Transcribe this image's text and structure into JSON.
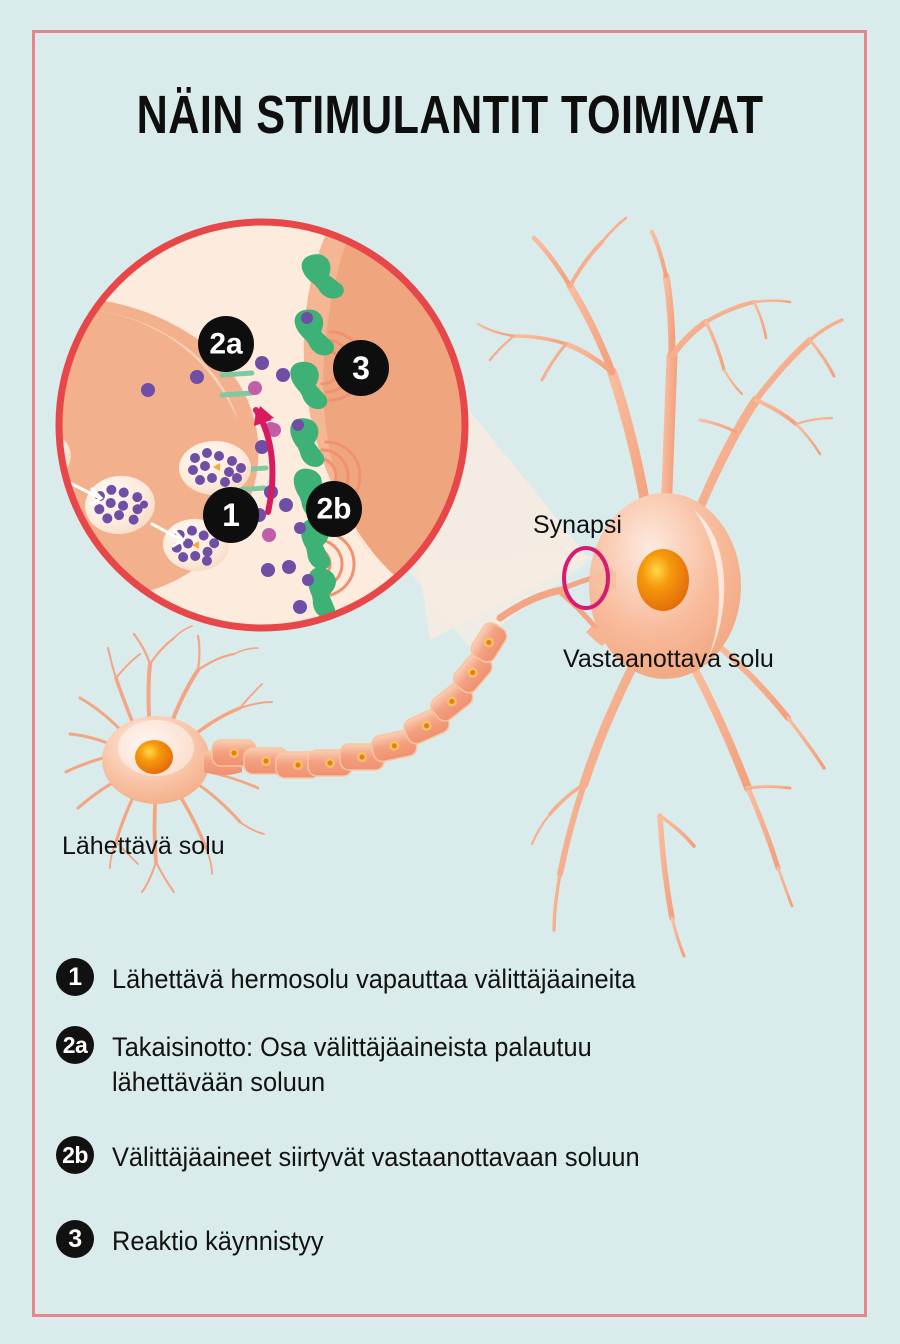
{
  "page": {
    "background_color": "#d9ebeb",
    "frame_border_color": "#e8848a"
  },
  "header": {
    "title": "NÄIN STIMULANTIT TOIMIVAT"
  },
  "diagram": {
    "type": "synapse-neurotransmission-infographic",
    "labels": {
      "synapse": "Synapsi",
      "receiving_cell": "Vastaanottava solu",
      "sending_cell": "Lähettävä solu"
    },
    "callouts": [
      {
        "id": "1",
        "label": "1"
      },
      {
        "id": "2a",
        "label": "2a"
      },
      {
        "id": "2b",
        "label": "2b"
      },
      {
        "id": "3",
        "label": "3"
      }
    ],
    "colors": {
      "magnifier_stroke": "#e8474a",
      "magnifier_fill": "#fdecdd",
      "presynaptic_cell": "#f3b08c",
      "postsynaptic_cell": "#efa67f",
      "neuron_body": "#f6b18f",
      "nucleus": "#ef7c0e",
      "receptor_green": "#3eb176",
      "transporter_green": "#7fc9a0",
      "neurotransmitter_purple": "#6f4fa5",
      "stimulant_magenta": "#c05fa8",
      "reuptake_arrow": "#d81b60",
      "synapse_highlight_ring": "#d81b72",
      "signal_wave": "#f09270"
    }
  },
  "legend": {
    "items": [
      {
        "badge": "1",
        "text": "Lähettävä hermosolu vapauttaa välittäjäaineita"
      },
      {
        "badge": "2a",
        "text": "Takaisinotto: Osa välittäjäaineista palautuu\n lähettävään soluun"
      },
      {
        "badge": "2b",
        "text": "Välittäjäaineet siirtyvät vastaanottavaan soluun"
      },
      {
        "badge": "3",
        "text": "Reaktio käynnistyy"
      }
    ]
  }
}
